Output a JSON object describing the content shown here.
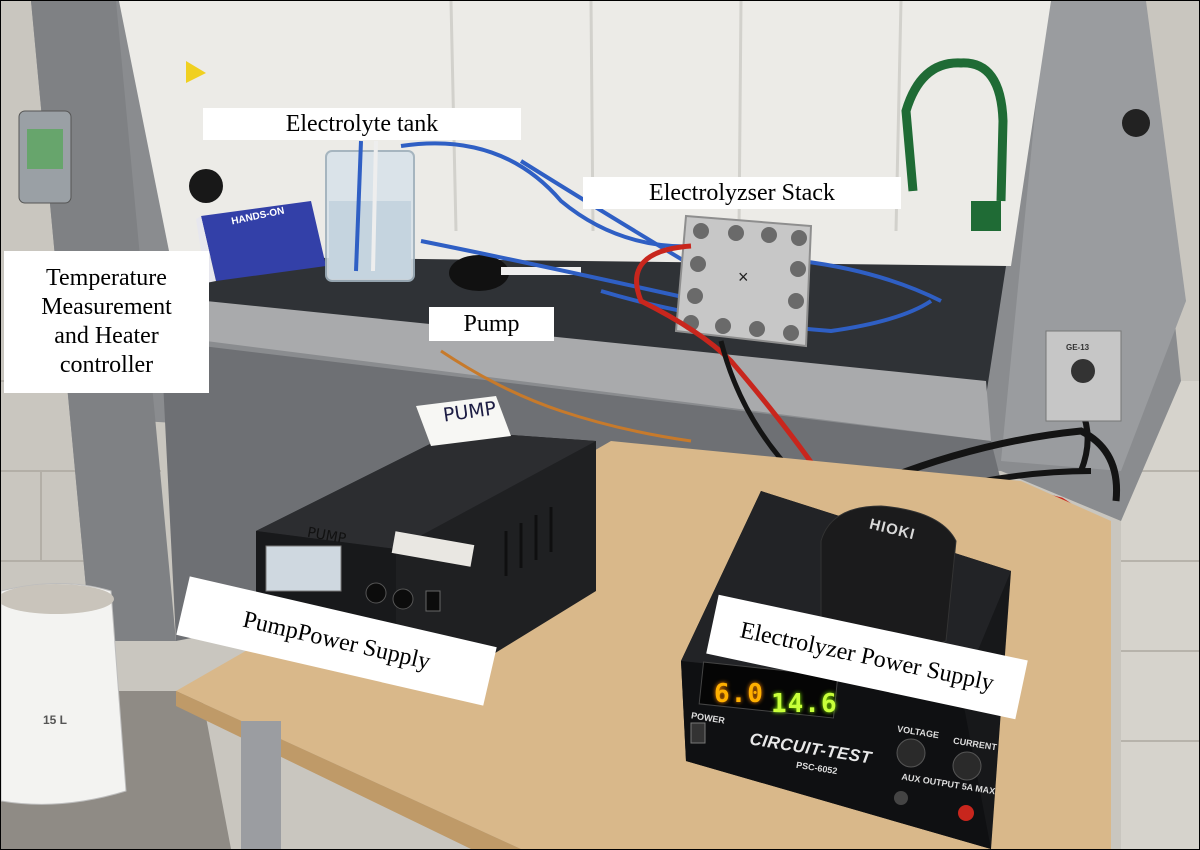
{
  "labels": {
    "electrolyte_tank": "Electrolyte tank",
    "electrolyzser_stack": "Electrolyzser Stack",
    "temperature_line1": "Temperature",
    "temperature_line2": "Measurement",
    "temperature_line3": "and Heater",
    "temperature_line4": "controller",
    "pump": "Pump",
    "pump_power_supply": "PumpPower Supply",
    "electrolyzer_power_supply": "Electrolyzer Power Supply"
  },
  "equipment_text": {
    "display_voltage": "6.0",
    "display_current": "14.6",
    "power_supply_brand": "CIRCUIT-TEST",
    "power_supply_model": "PSC-6052",
    "power_label": "POWER",
    "voltage_label": "VOLTAGE",
    "current_label": "CURRENT",
    "aux_output": "AUX OUTPUT 5A MAX",
    "meter_brand": "HIOKI",
    "handwritten_note": "PUMP",
    "handwritten_box": "PUMP",
    "glove_brand": "HANDS-ON",
    "bucket_volume": "15 L",
    "outlet_tag": "GE-13"
  },
  "colors": {
    "fume_hood_frame": "#8a8c8f",
    "hood_interior": "#e9e9e6",
    "work_surface": "#2f3236",
    "table_wood": "#d9b88a",
    "cable_red": "#c8261d",
    "tubing_blue": "#2f5fc4",
    "tubing_green": "#1f6b35",
    "display_amber": "#ffb000",
    "display_green": "#c8ff3a"
  }
}
